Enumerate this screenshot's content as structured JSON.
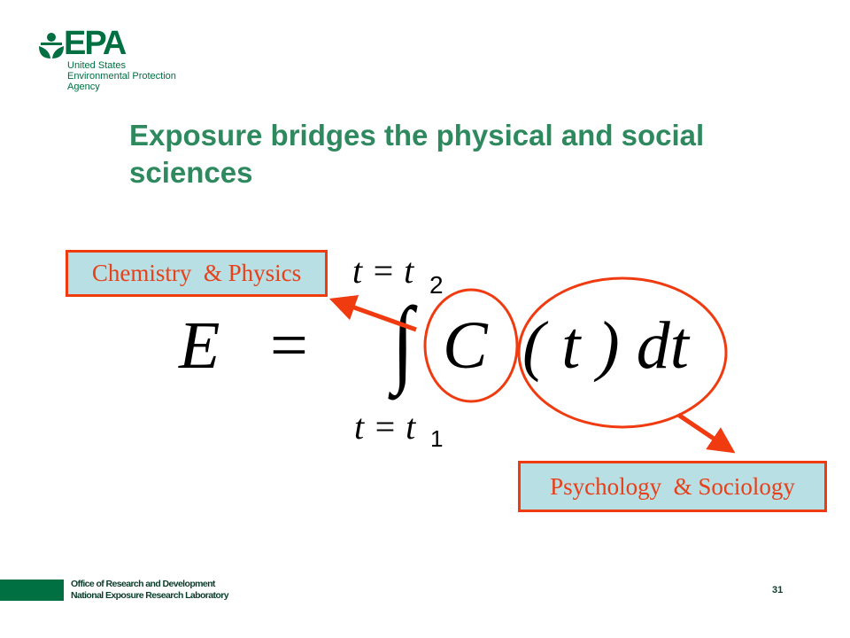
{
  "logo": {
    "name": "EPA",
    "sub_lines": [
      "United States",
      "Environmental Protection",
      "Agency"
    ]
  },
  "title": "Exposure bridges the physical and social sciences",
  "equation": {
    "lhs": "E",
    "equals": "=",
    "integral": "∫",
    "upper_limit": "t = t",
    "upper_sub": "2",
    "lower_limit": "t = t",
    "lower_sub": "1",
    "integrand_c": "C",
    "integrand_rest": "( t ) dt"
  },
  "labels": {
    "chemistry": "Chemistry  & Physics",
    "psychology": "Psychology  & Sociology"
  },
  "footer": {
    "line1": "Office of Research and Development",
    "line2": "National Exposure Research Laboratory",
    "page_number": "31"
  },
  "colors": {
    "title": "#2e8a5e",
    "brand": "#006f41",
    "highlight": "#f03a10",
    "box_bg": "#b8dfe3"
  }
}
